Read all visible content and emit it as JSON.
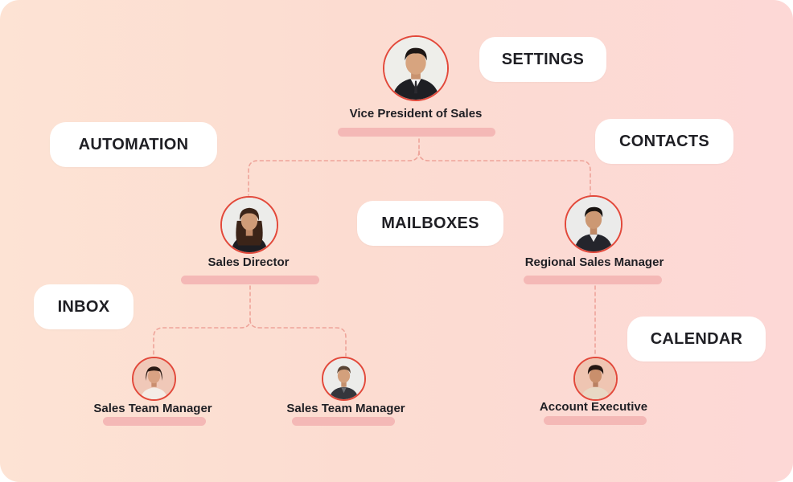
{
  "feature_tags": {
    "settings": "SETTINGS",
    "automation": "AUTOMATION",
    "contacts": "CONTACTS",
    "mailboxes": "MAILBOXES",
    "inbox": "INBOX",
    "calendar": "CALENDAR"
  },
  "org_chart": {
    "vp": {
      "role": "Vice President of Sales"
    },
    "director": {
      "role": "Sales Director"
    },
    "regional": {
      "role": "Regional Sales Manager"
    },
    "team_manager_1": {
      "role": "Sales Team Manager"
    },
    "team_manager_2": {
      "role": "Sales Team Manager"
    },
    "account_exec": {
      "role": "Account Executive"
    }
  },
  "colors": {
    "accent": "#e2493b",
    "bar": "#f4b8b6",
    "connector": "#eea49a"
  }
}
